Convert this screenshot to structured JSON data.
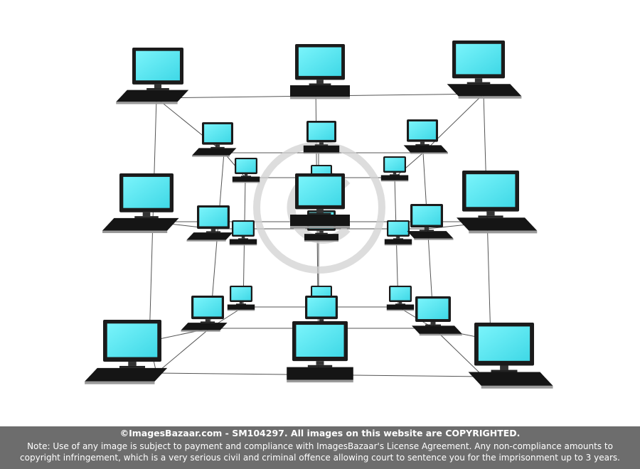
{
  "image": {
    "subject": "network-of-computers",
    "colors": {
      "screen": "#4fe3ee",
      "bezel": "#1b1b1b",
      "wire": "#555555",
      "watermark": "#d2d2d2",
      "footer_bg": "#6d6d6d"
    }
  },
  "footer": {
    "line1": "©ImagesBazaar.com - SM104297. All images on this website are COPYRIGHTED.",
    "line2": "Note: Use of any image is subject to payment and compliance with ImagesBazaar's License Agreement. Any non-compliance amounts to",
    "line3": "copyright infringement, which is a very serious civil and criminal offence allowing court to sentence you for the imprisonment up to 3 years."
  }
}
